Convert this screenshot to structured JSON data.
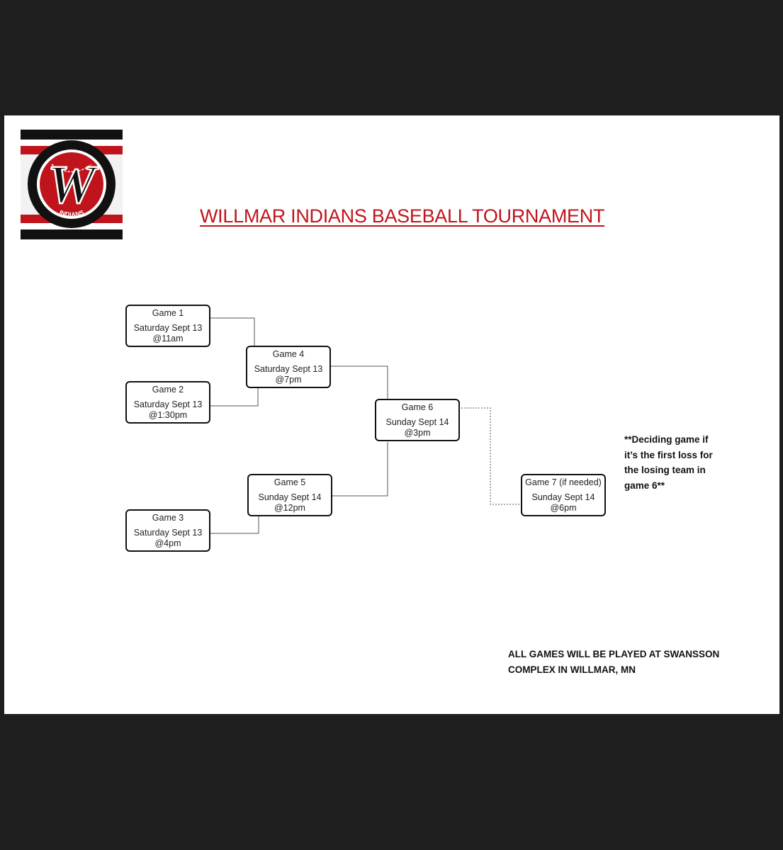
{
  "logo": {
    "top_text": "WILLMAR",
    "bottom_text": "INDIANS",
    "letter": "W",
    "colors": {
      "red": "#c0141c",
      "black": "#111111",
      "white": "#ffffff"
    }
  },
  "title": "WILLMAR INDIANS BASEBALL TOURNAMENT",
  "games": [
    {
      "name": "Game 1",
      "date": "Saturday Sept 13",
      "time": "@11am"
    },
    {
      "name": "Game 2",
      "date": "Saturday Sept 13",
      "time": "@1:30pm"
    },
    {
      "name": "Game 3",
      "date": "Saturday Sept 13",
      "time": "@4pm"
    },
    {
      "name": "Game 4",
      "date": "Saturday Sept 13",
      "time": "@7pm"
    },
    {
      "name": "Game 5",
      "date": "Sunday Sept 14",
      "time": "@12pm"
    },
    {
      "name": "Game 6",
      "date": "Sunday Sept 14",
      "time": "@3pm"
    },
    {
      "name": "Game 7 (if needed)",
      "date": "Sunday Sept 14",
      "time": "@6pm"
    }
  ],
  "note": "**Deciding game if it’s the first loss for the losing team in game 6**",
  "footer": "ALL GAMES WILL BE PLAYED AT SWANSSON COMPLEX IN WILLMAR, MN"
}
